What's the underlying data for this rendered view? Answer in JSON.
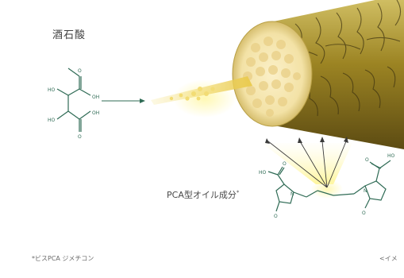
{
  "labels": {
    "acid_name": "酒石酸",
    "pca_label": "PCA型オイル成分",
    "pca_mark": "*",
    "footnote": "*ビスPCA ジメチコン",
    "corner_text": "<イメ"
  },
  "molecule_left": {
    "atoms": [
      "HO",
      "OH",
      "HO",
      "OH",
      "O",
      "O"
    ]
  },
  "molecule_right": {
    "atoms": [
      "HO",
      "O",
      "N",
      "O",
      "HO",
      "O",
      "N",
      "O"
    ]
  },
  "colors": {
    "molecule_green": "#2f6b55",
    "hair_gold": "#b79a2a",
    "hair_dark": "#4a3e12",
    "glow_yellow": "#fff27a",
    "text_gray": "#4a4a4a"
  }
}
